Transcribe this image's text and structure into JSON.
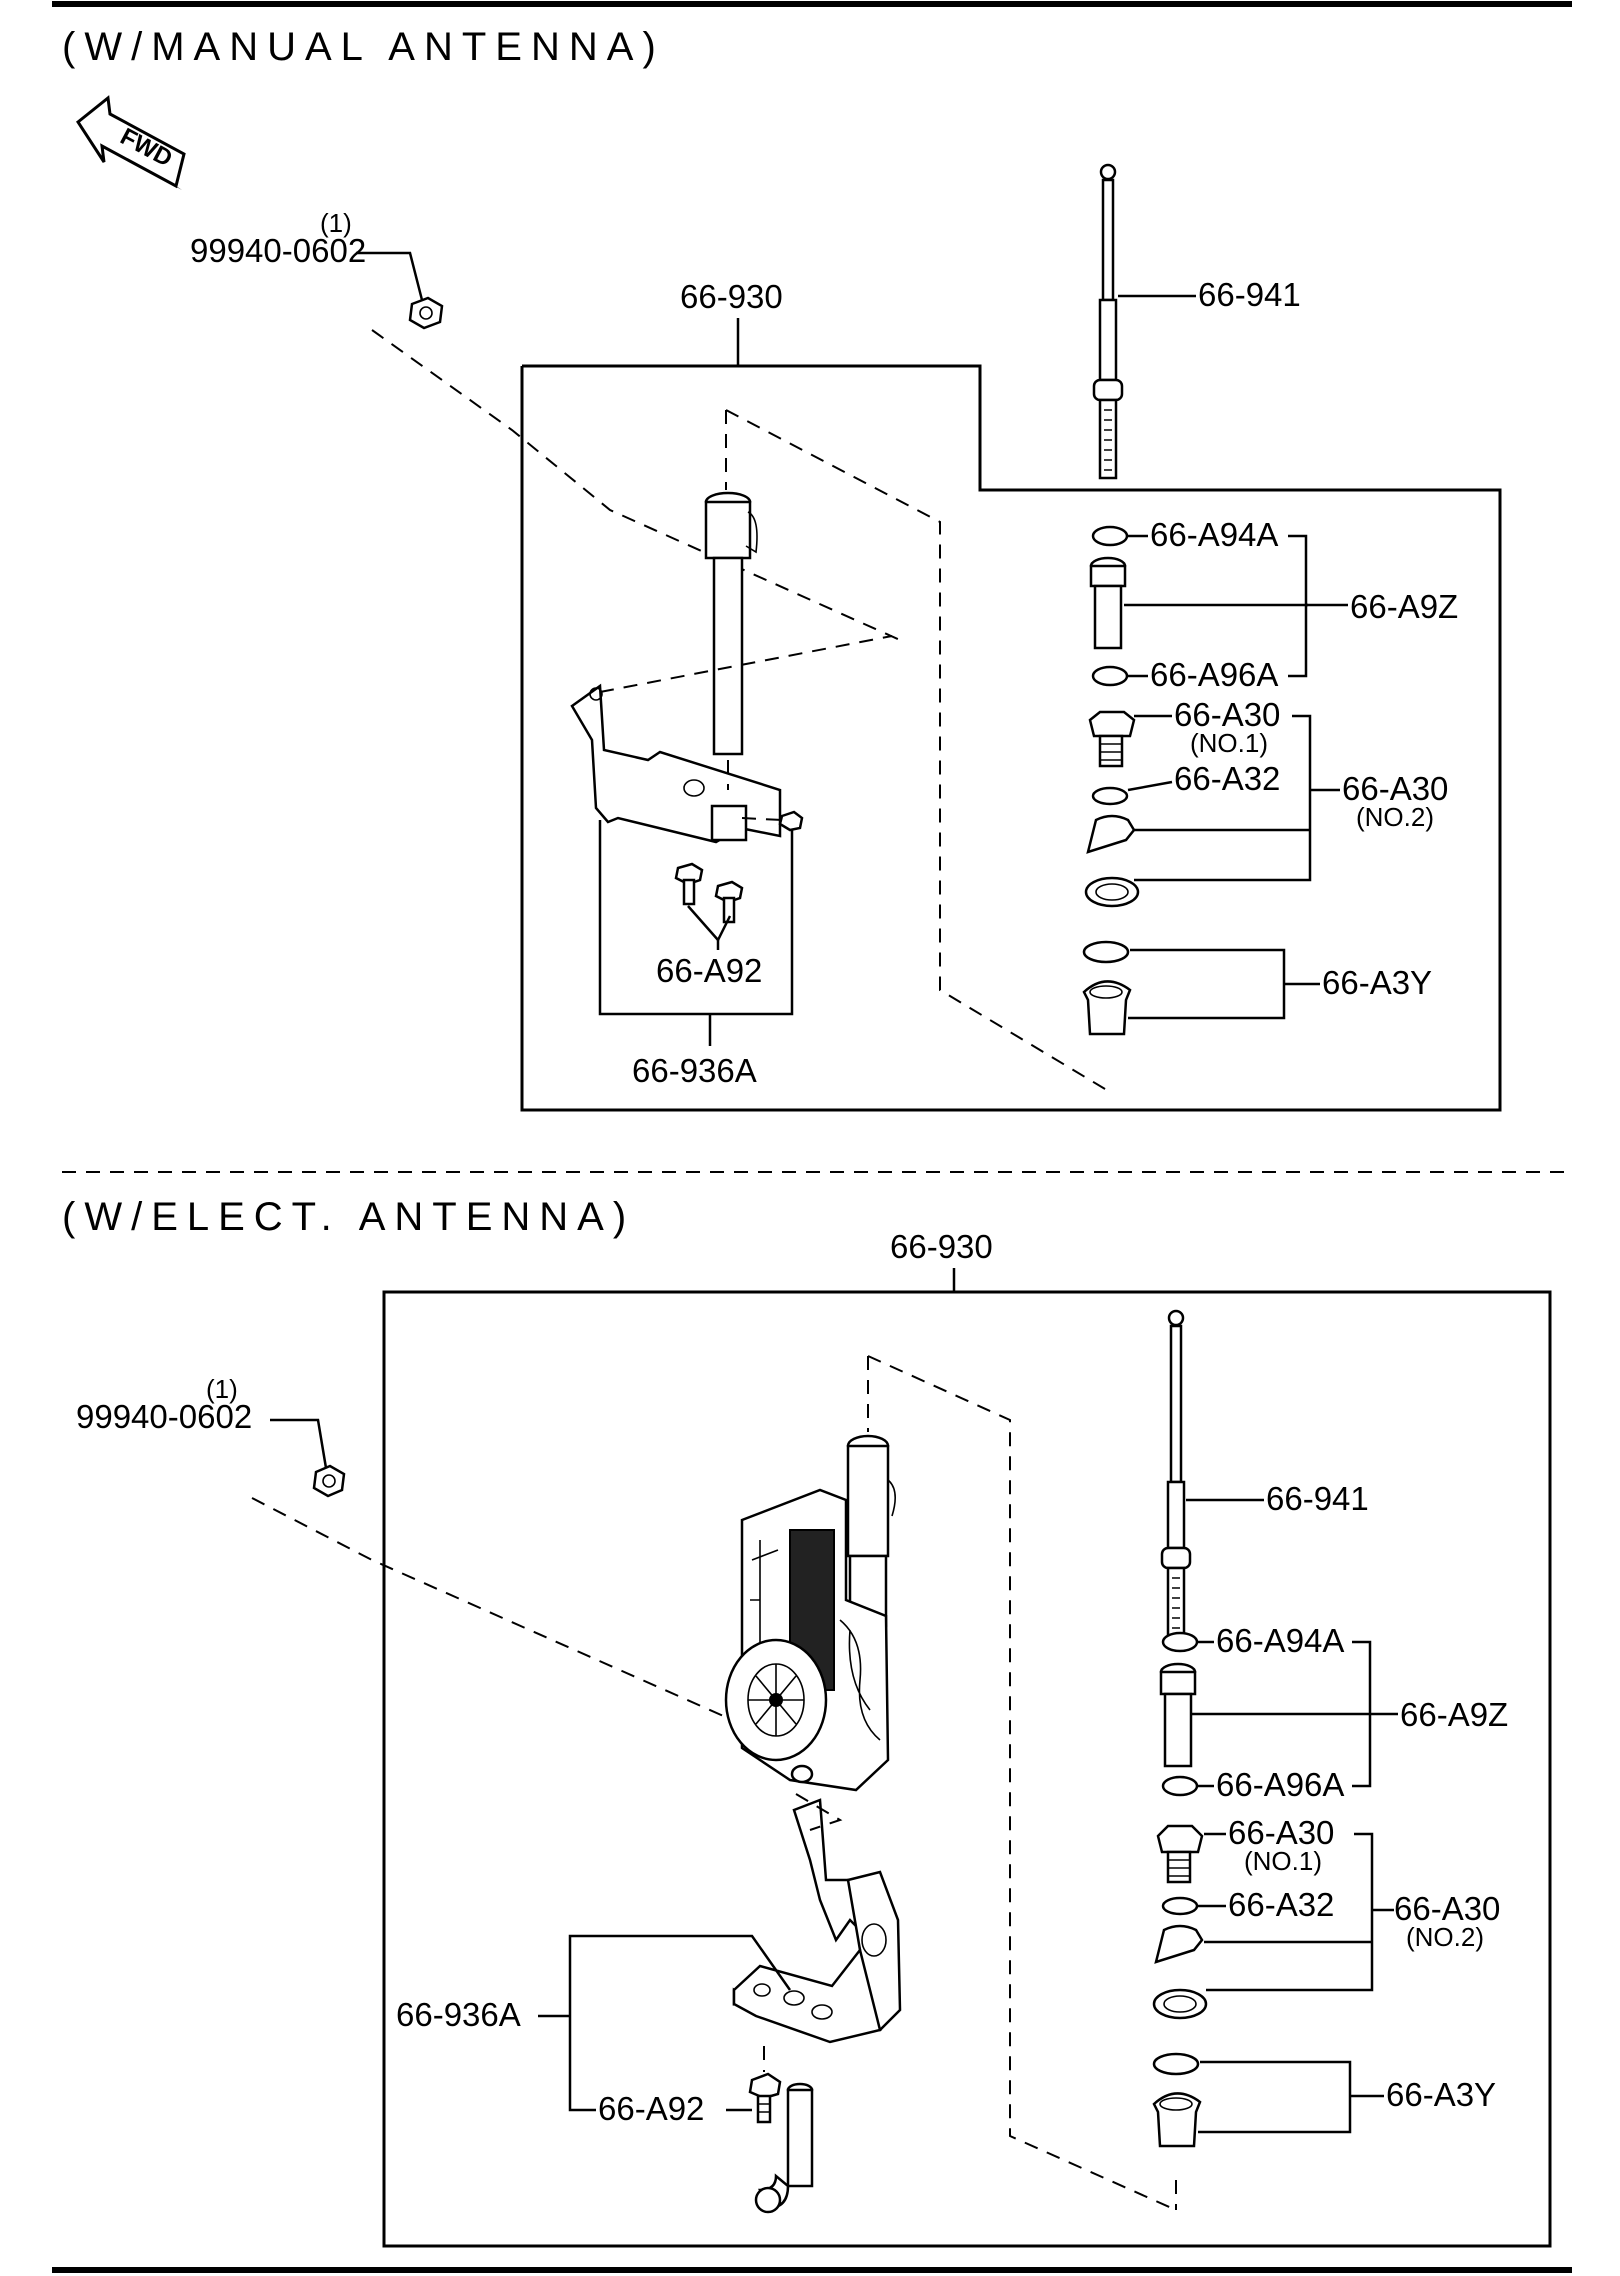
{
  "sections": [
    {
      "header": "(W/MANUAL ANTENNA)",
      "labels": {
        "nut_qty": "(1)",
        "nut_part": "99940-0602",
        "assembly": "66-930",
        "rod": "66-941",
        "washer_top": "66-A94A",
        "ferrule_set": "66-A9Z",
        "washer_bottom": "66-A96A",
        "nut_no1": "66-A30",
        "nut_no1_note": "(NO.1)",
        "washer_mid": "66-A32",
        "nut_no2": "66-A30",
        "nut_no2_note": "(NO.2)",
        "bezel": "66-A3Y",
        "bolts": "66-A92",
        "bracket": "66-936A"
      }
    },
    {
      "header": "(W/ELECT. ANTENNA)",
      "labels": {
        "nut_qty": "(1)",
        "nut_part": "99940-0602",
        "assembly": "66-930",
        "rod": "66-941",
        "washer_top": "66-A94A",
        "ferrule_set": "66-A9Z",
        "washer_bottom": "66-A96A",
        "nut_no1": "66-A30",
        "nut_no1_note": "(NO.1)",
        "washer_mid": "66-A32",
        "nut_no2": "66-A30",
        "nut_no2_note": "(NO.2)",
        "bezel": "66-A3Y",
        "bolts": "66-A92",
        "bracket": "66-936A"
      }
    }
  ],
  "fwd_label": "FWD"
}
